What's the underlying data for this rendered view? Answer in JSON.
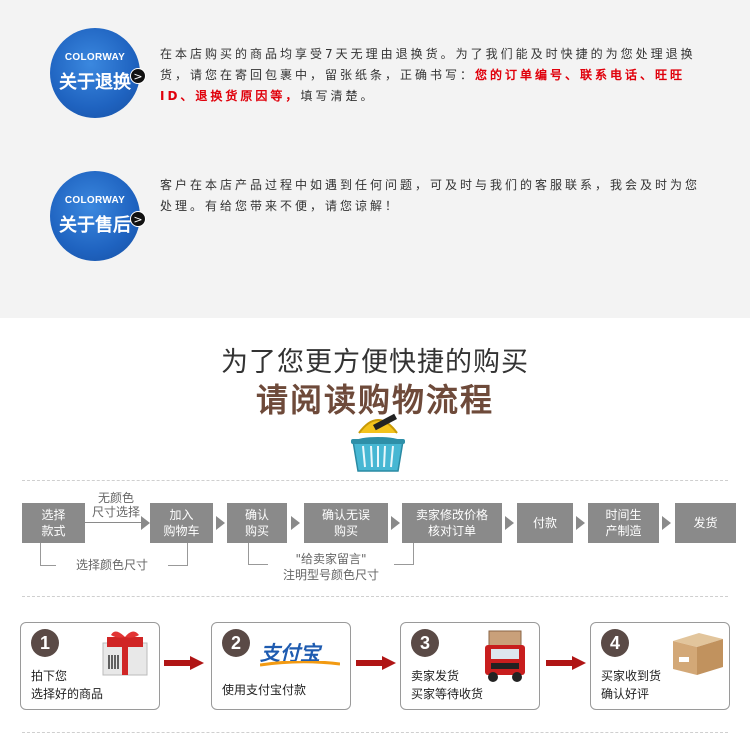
{
  "info_blocks": [
    {
      "brand": "COLORWAY",
      "title": "关于退换",
      "arrow": ">",
      "text_plain": "在本店购买的商品均享受7天无理由退换货。为了我们能及时快捷的为您处理退换货，请您在寄回包裹中，留张纸条，正确书写：",
      "text_red": "您的订单编号、联系电话、旺旺ID、退换货原因等，",
      "text_tail": "填写清楚。"
    },
    {
      "brand": "COLORWAY",
      "title": "关于售后",
      "arrow": ">",
      "text_plain": "客户在本店产品过程中如遇到任何问题，可及时与我们的客服联系，我会及时为您处理。有给您带来不便，请您谅解！"
    }
  ],
  "headline": {
    "line1": "为了您更方便快捷的购买",
    "line2": "请阅读购物流程"
  },
  "flow": {
    "steps": [
      {
        "line1": "选择",
        "line2": "款式"
      },
      {
        "line1": "加入",
        "line2": "购物车"
      },
      {
        "line1": "确认",
        "line2": "购买"
      },
      {
        "line1": "确认无误",
        "line2": "购买"
      },
      {
        "line1": "卖家修改价格",
        "line2": "核对订单"
      },
      {
        "line1": "付款",
        "line2": ""
      },
      {
        "line1": "时间生",
        "line2": "产制造"
      },
      {
        "line1": "发货",
        "line2": ""
      }
    ],
    "above_note_line1": "无颜色",
    "above_note_line2": "尺寸选择",
    "below_note_1": "选择颜色尺寸",
    "below_note_2_line1": "\"给卖家留言\"",
    "below_note_2_line2": "注明型号颜色尺寸"
  },
  "cards": [
    {
      "num": "1",
      "line1": "拍下您",
      "line2": "选择好的商品",
      "icon": "gift-barcode-icon"
    },
    {
      "num": "2",
      "line1": "使用支付宝付款",
      "line2": "",
      "logo": "支付宝",
      "icon": "alipay-logo"
    },
    {
      "num": "3",
      "line1": "卖家发货",
      "line2": "买家等待收货",
      "icon": "delivery-truck-icon"
    },
    {
      "num": "4",
      "line1": "买家收到货",
      "line2": "确认好评",
      "icon": "package-box-icon"
    }
  ],
  "colors": {
    "badge_blue": "#1f63c0",
    "text_red": "#e0000b",
    "step_grey": "#8a8a8a",
    "headline_brown": "#6e4a3a",
    "card_arrow_red": "#b01515"
  }
}
